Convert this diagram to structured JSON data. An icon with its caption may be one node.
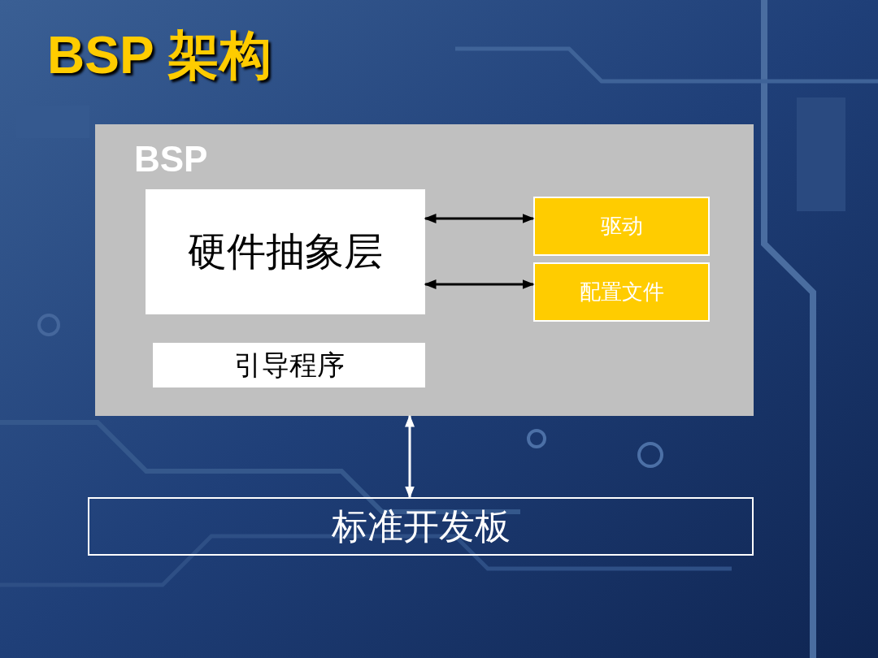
{
  "diagram": {
    "title": "BSP 架构",
    "nodes": [
      {
        "text": [
          "BSP"
        ]
      },
      {
        "text": [
          "硬件抽象层"
        ],
        "in": 0
      },
      {
        "text": [
          "驱动"
        ],
        "in": 0
      },
      {
        "text": [
          "配置文件"
        ],
        "in": 0
      },
      {
        "text": [
          "引导程序"
        ],
        "in": 0
      },
      {
        "text": [
          "标准开发板"
        ]
      }
    ],
    "edges": [
      {
        "from": 1,
        "to": 2,
        "arrow": "both"
      },
      {
        "from": 1,
        "to": 3,
        "arrow": "both"
      },
      {
        "from": 0,
        "to": 5,
        "arrow": "both",
        "color": "#ffffff"
      }
    ]
  }
}
